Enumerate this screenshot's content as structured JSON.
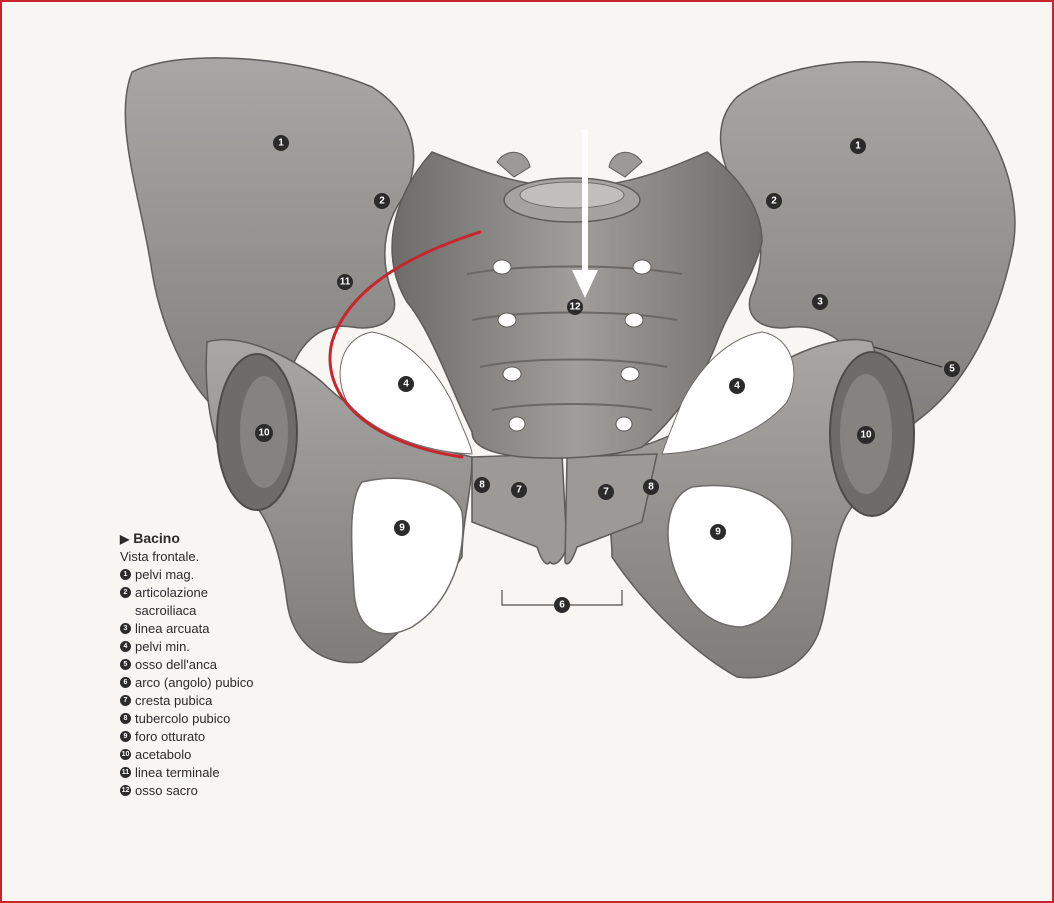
{
  "legend": {
    "title": "Bacino",
    "subtitle": "Vista frontale.",
    "items": [
      {
        "num": "1",
        "text": "pelvi mag."
      },
      {
        "num": "2",
        "text": "articolazione\nsacroiliaca"
      },
      {
        "num": "3",
        "text": "linea arcuata"
      },
      {
        "num": "4",
        "text": "pelvi min."
      },
      {
        "num": "5",
        "text": "osso dell'anca"
      },
      {
        "num": "6",
        "text": "arco (angolo) pubico"
      },
      {
        "num": "7",
        "text": "cresta pubica"
      },
      {
        "num": "8",
        "text": "tubercolo pubico"
      },
      {
        "num": "9",
        "text": "foro otturato"
      },
      {
        "num": "10",
        "text": "acetabolo"
      },
      {
        "num": "11",
        "text": "linea terminale"
      },
      {
        "num": "12",
        "text": "osso sacro"
      }
    ]
  },
  "markers": {
    "ilium_left": "1",
    "ilium_right": "1",
    "sacroiliac_left": "2",
    "sacroiliac_right": "2",
    "arcuate_right": "3",
    "pelvis_minor_left": "4",
    "pelvis_minor_right": "4",
    "hip_bone_right": "5",
    "pubic_arch": "6",
    "pubic_crest_left": "7",
    "pubic_crest_right": "7",
    "pubic_tubercle_left": "8",
    "pubic_tubercle_right": "8",
    "obturator_left": "9",
    "obturator_right": "9",
    "acetabulum_left": "10",
    "acetabulum_right": "10",
    "terminal_line_left": "11",
    "sacrum": "12"
  },
  "colors": {
    "frame_border": "#c8262e",
    "bone": "#8d8b88",
    "bone_light": "#b1afac",
    "bone_dark": "#5e5c5a",
    "marker": "#2b2b2b",
    "terminal_line": "#c8262e",
    "arrow": "#ffffff"
  }
}
